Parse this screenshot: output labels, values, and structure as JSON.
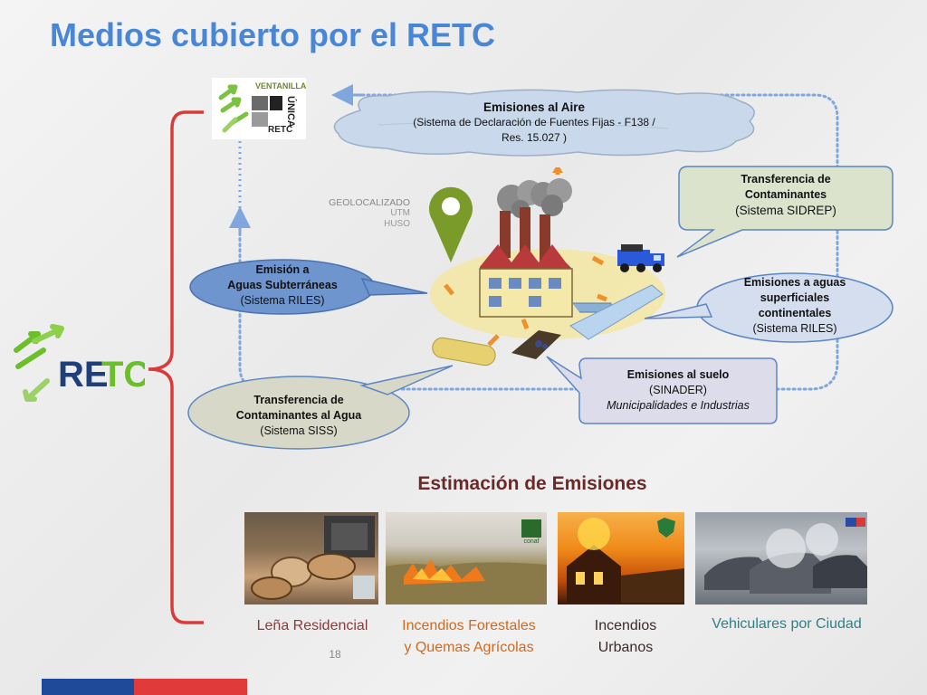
{
  "title": "Medios cubierto por el RETC",
  "logos": {
    "ventanilla_top": "VENTANILLA",
    "ventanilla_unica": "ÚNICA",
    "ventanilla_retc": "RETC",
    "retc_big_re": "RE",
    "retc_big_tc": "TC"
  },
  "geo": {
    "line1": "GEOLOCALIZADO",
    "line2": "UTM",
    "line3": "HUSO"
  },
  "callouts": {
    "aire": {
      "title": "Emisiones al Aire",
      "line1": "(Sistema de Declaración de Fuentes Fijas  - F138 /",
      "line2": "Res. 15.027 )"
    },
    "transferencia_cont": {
      "line1": "Transferencia de",
      "line2": "Contaminantes",
      "line3": "(Sistema SIDREP)"
    },
    "subterraneas": {
      "line1": "Emisión a",
      "line2": "Aguas Subterráneas",
      "line3": "(Sistema RILES)"
    },
    "superficiales": {
      "line1": "Emisiones a  aguas",
      "line2": "superficiales",
      "line3": "continentales",
      "line4": "(Sistema RILES)"
    },
    "suelo": {
      "line1": "Emisiones al suelo",
      "line2": "(SINADER)",
      "line3": "Municipalidades e Industrias"
    },
    "agua": {
      "line1": "Transferencia de",
      "line2": "Contaminantes al Agua",
      "line3": "(Sistema SISS)"
    }
  },
  "estimacion": {
    "heading": "Estimación de Emisiones",
    "items": [
      {
        "line1": "Leña Residencial",
        "line2": ""
      },
      {
        "line1": "Incendios Forestales",
        "line2": "y Quemas Agrícolas"
      },
      {
        "line1": "Incendios",
        "line2": "Urbanos"
      },
      {
        "line1": "Vehiculares por Ciudad",
        "line2": ""
      }
    ],
    "conaf_label": "conaf"
  },
  "page_number": "18",
  "colors": {
    "title_blue": "#4a86d6",
    "heading_maroon": "#6b2a2a",
    "caption_maroon": "#8b3a3a",
    "caption_orange": "#d2691e",
    "caption_dark": "#3c2a2a",
    "caption_teal": "#2f7f86",
    "retc_blue": "#1f3f7a",
    "retc_green": "#6bbf2a",
    "bracket_red": "#d93a3a",
    "dotted_blue": "#7fa7dd",
    "arrow_orange": "#f0902a"
  }
}
